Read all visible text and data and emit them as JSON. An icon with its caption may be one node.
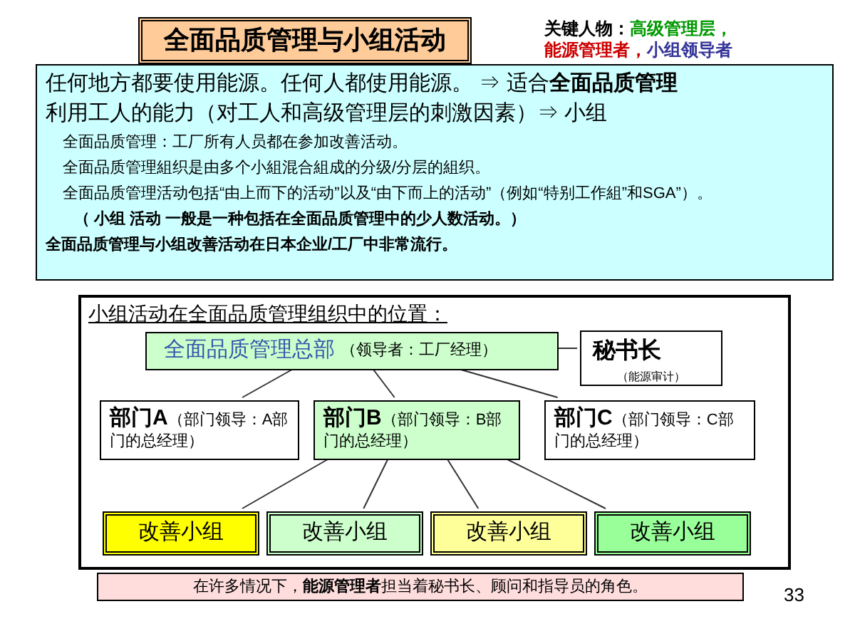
{
  "diagram": {
    "nodes": [
      {
        "text": [
          "全面品质管理与小组活动"
        ]
      },
      {
        "text": [
          "任何地方都要使用能源。任何人都使用能源。 ⇒ 适合**全面品质管理**",
          "利用工人的能力（对工人和高级管理层的刺激因素）⇒ 小组",
          "全面品质管理：工厂所有人员都在参加改善活动。",
          "全面品质管理組织是由多个小組混合組成的分级/分层的組织。",
          "全面品质管理活动包括“由上而下的活动”以及“由下而上的活动”（例如“特别工作組”和SGA”）。",
          "（ 小组 活动 一般是一种包括在全面品质管理中的少人数活动。）",
          "全面品质管理与小组改善活动在日本企业/工厂中非常流行。"
        ]
      },
      {
        "text": [
          "小组活动在全面品质管理组织中的位置："
        ]
      },
      {
        "text": [
          "全面品质管理总部",
          "（领导者：工厂经理）"
        ],
        "in": 2
      },
      {
        "text": [
          "秘书长",
          "（能源审计）"
        ],
        "in": 2
      },
      {
        "text": [
          "部门A",
          "（部门领导：A部门的总经理）"
        ],
        "in": 2
      },
      {
        "text": [
          "部门B",
          "（部门领导：B部门的总经理）"
        ],
        "in": 2
      },
      {
        "text": [
          "部门C",
          "（部门领导：C部门的总经理）"
        ],
        "in": 2
      },
      {
        "text": [
          "改善小组"
        ],
        "in": 2
      },
      {
        "text": [
          "改善小组"
        ],
        "in": 2
      },
      {
        "text": [
          "改善小组"
        ],
        "in": 2
      },
      {
        "text": [
          "改善小组"
        ],
        "in": 2
      },
      {
        "text": [
          "在许多情况下，**能源管理者**担当着秘书长、顾问和指导员的角色。"
        ]
      }
    ],
    "edges": [
      {
        "from": 3,
        "to": 4,
        "arrow": "none"
      },
      {
        "from": 3,
        "to": 5,
        "arrow": "none"
      },
      {
        "from": 3,
        "to": 6,
        "arrow": "none"
      },
      {
        "from": 3,
        "to": 7,
        "arrow": "none"
      },
      {
        "from": 6,
        "to": 8,
        "arrow": "none"
      },
      {
        "from": 6,
        "to": 9,
        "arrow": "none"
      },
      {
        "from": 6,
        "to": 10,
        "arrow": "none"
      },
      {
        "from": 6,
        "to": 11,
        "arrow": "none"
      }
    ],
    "labels": [
      "关键人物：",
      "高级管理层，",
      "能源管理者，",
      "小组领导者",
      "33"
    ]
  }
}
